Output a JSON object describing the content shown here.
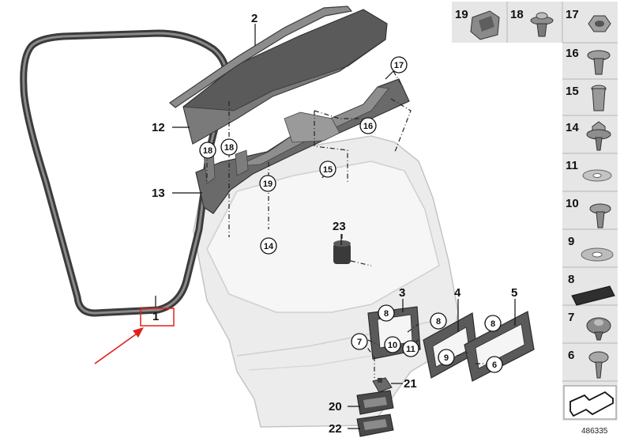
{
  "diagram": {
    "callouts": [
      "1",
      "2",
      "3",
      "4",
      "5",
      "6",
      "7",
      "8",
      "9",
      "10",
      "11",
      "12",
      "13",
      "14",
      "15",
      "16",
      "17",
      "18",
      "19",
      "20",
      "21",
      "22",
      "23"
    ],
    "circled": {
      "c17": "17",
      "c16": "16",
      "c18a": "18",
      "c18b": "18",
      "c19": "19",
      "c15": "15",
      "c14": "14",
      "c8a": "8",
      "c8b": "8",
      "c8c": "8",
      "c7": "7",
      "c10": "10",
      "c11": "11",
      "c9": "9",
      "c6": "6"
    },
    "panel": [
      "19",
      "18",
      "17",
      "16",
      "15",
      "14",
      "11",
      "10",
      "9",
      "8",
      "7",
      "6"
    ],
    "doc_number": "486335",
    "colors": {
      "highlight": "#e0201b",
      "part_dark": "#4a4a4a",
      "part_light": "#eeeeee",
      "panel_bg": "#e6e6e6"
    }
  }
}
